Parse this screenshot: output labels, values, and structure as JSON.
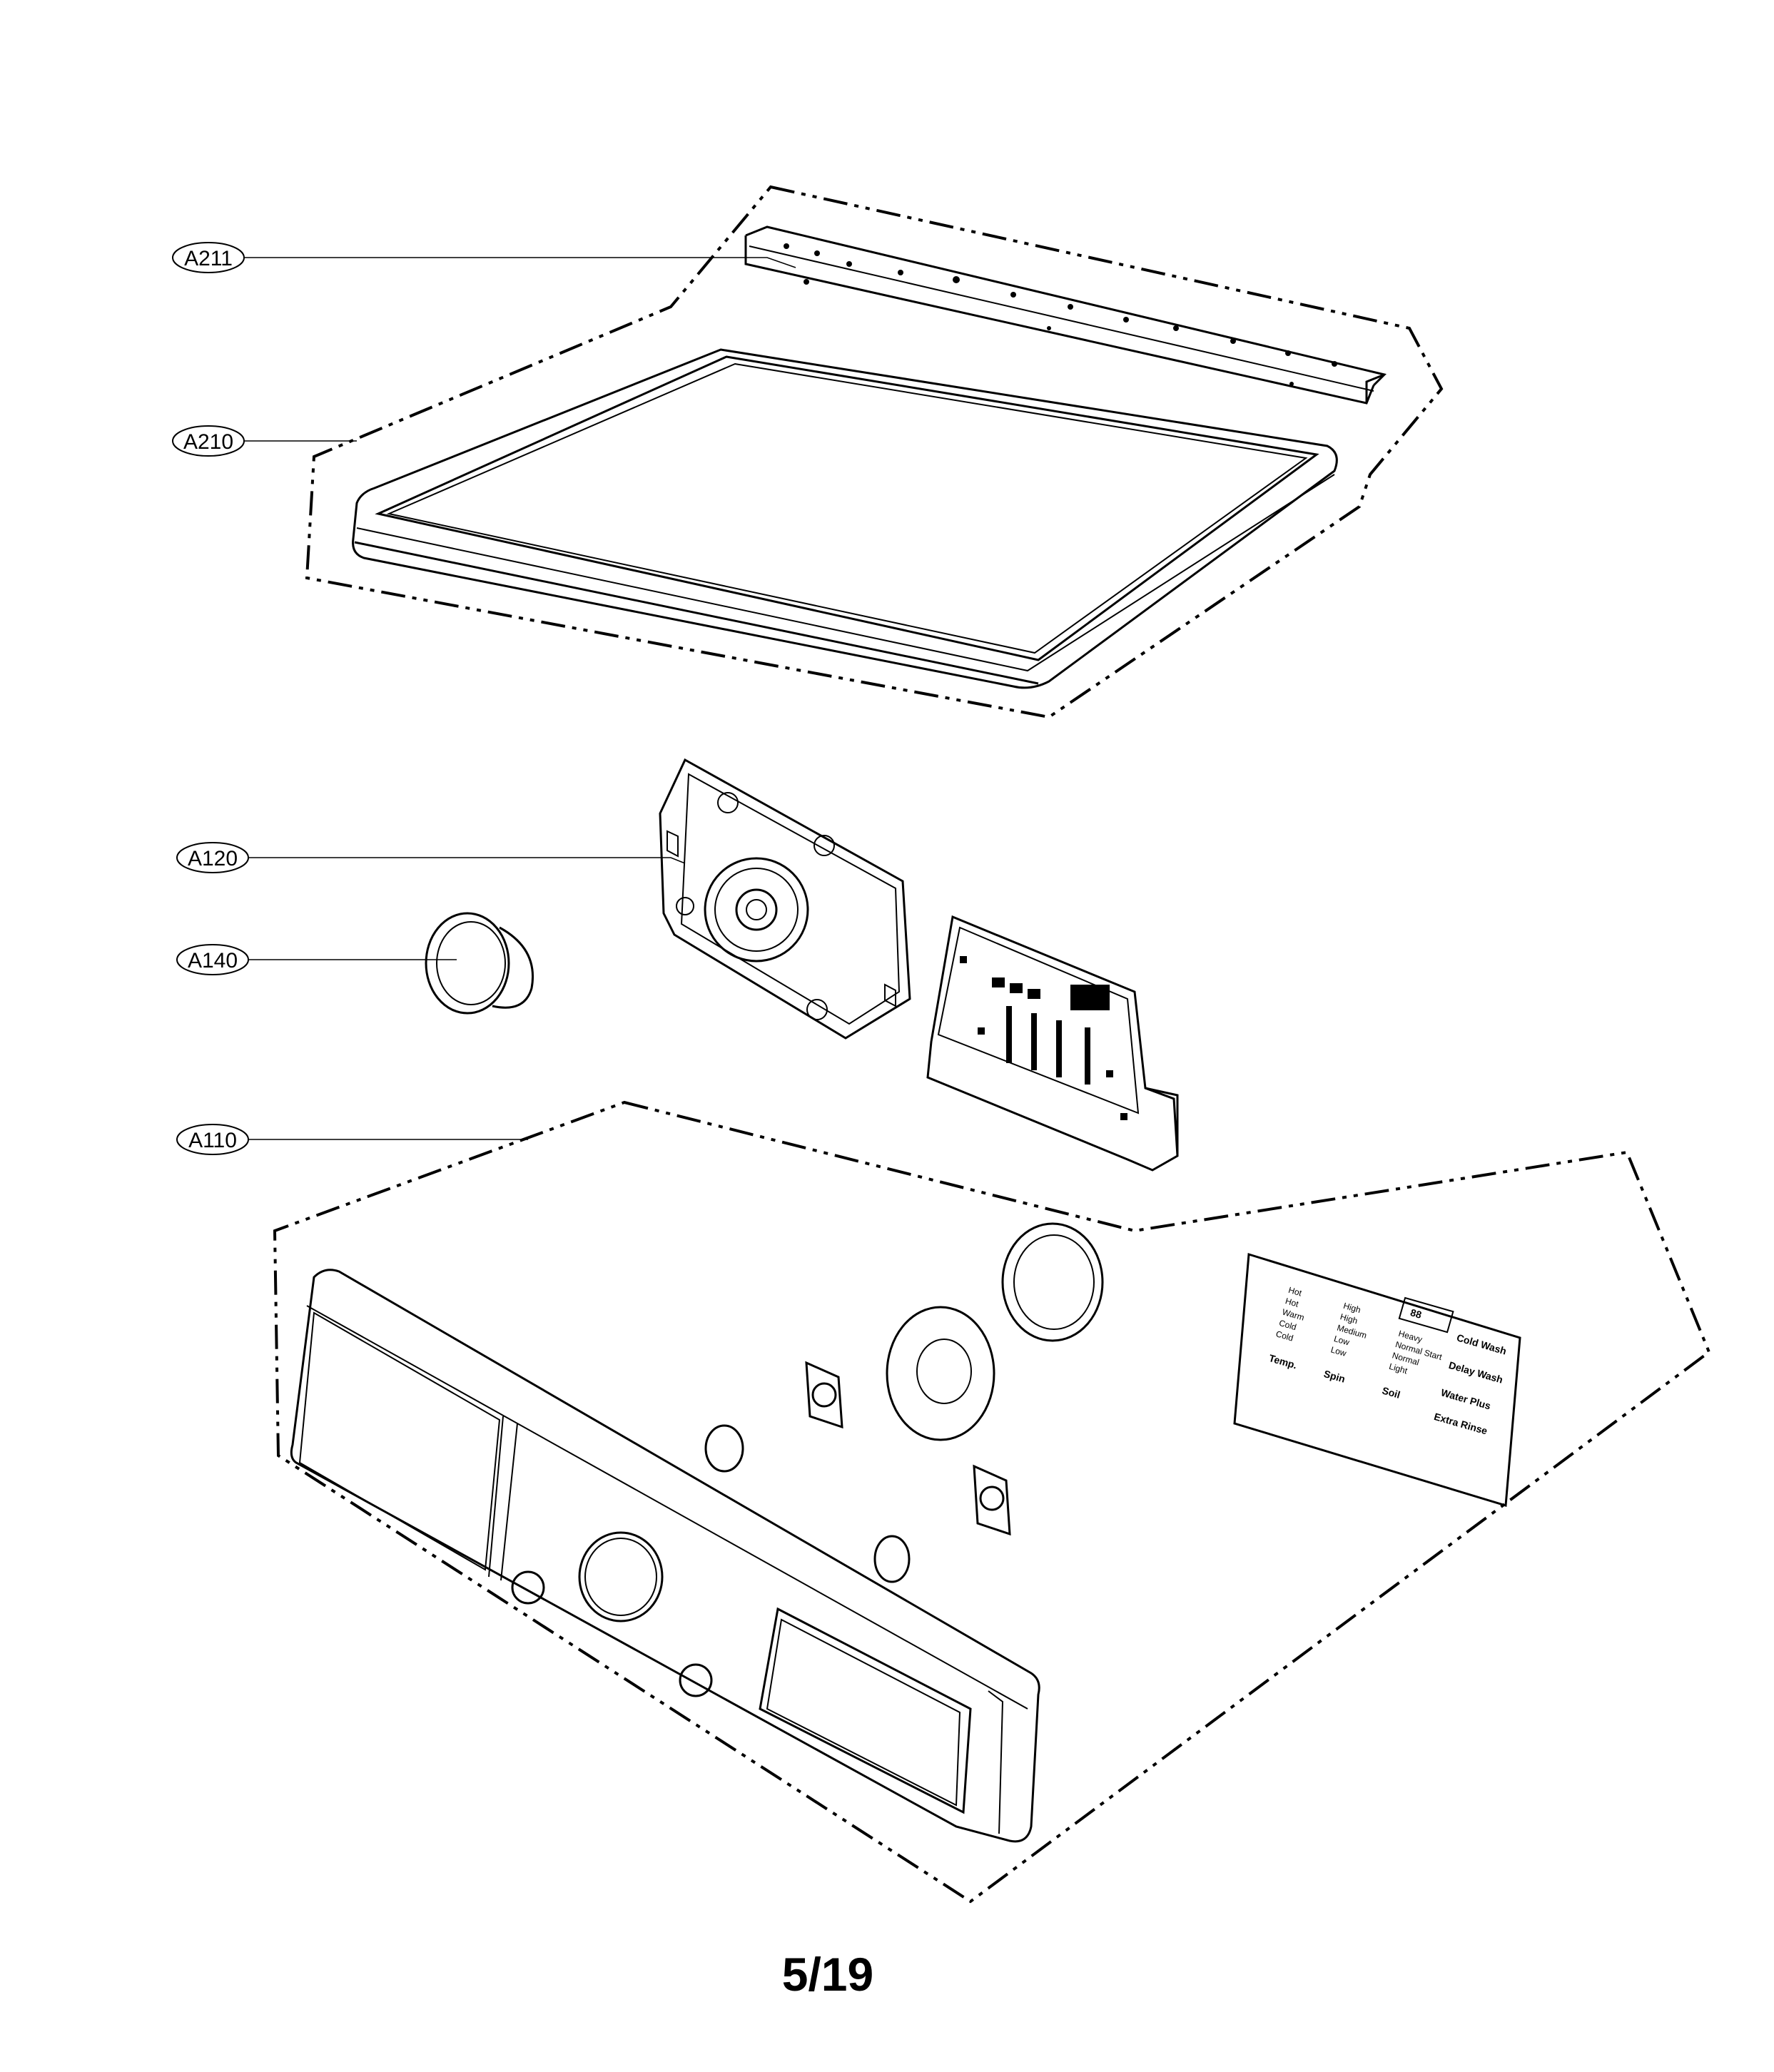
{
  "callouts": [
    {
      "id": "A211"
    },
    {
      "id": "A210"
    },
    {
      "id": "A120"
    },
    {
      "id": "A140"
    },
    {
      "id": "A110"
    }
  ],
  "control_panel_labels": {
    "temp_options": [
      "Hot",
      "Hot",
      "Warm",
      "Cold",
      "Cold"
    ],
    "temp": "Temp.",
    "spin_options": [
      "High",
      "High",
      "Medium",
      "Low",
      "Low"
    ],
    "spin": "Spin",
    "soil_options": [
      "Heavy",
      "Normal Start",
      "Normal",
      "Light"
    ],
    "soil": "Soil",
    "buttons": [
      "Cold Wash",
      "Delay Wash",
      "Water Plus",
      "Extra Rinse"
    ],
    "display": "88"
  },
  "page_number": "5/19"
}
